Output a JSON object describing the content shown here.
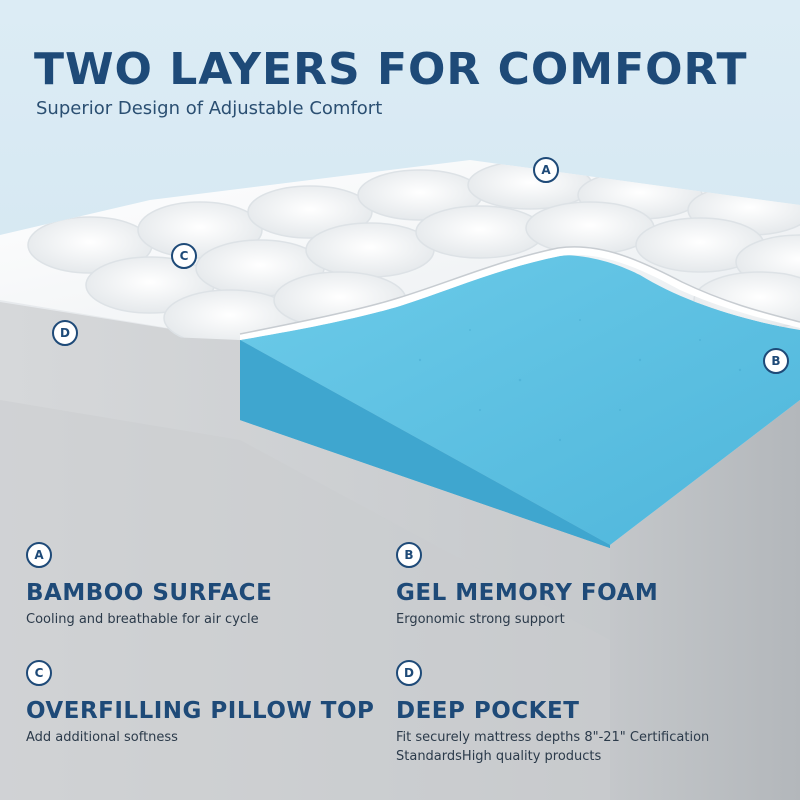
{
  "header": {
    "title": "TWO LAYERS FOR COMFORT",
    "subtitle": "Superior Design of Adjustable Comfort"
  },
  "image_markers": {
    "a": "A",
    "b": "B",
    "c": "C",
    "d": "D"
  },
  "features": [
    {
      "marker": "A",
      "title": "BAMBOO SURFACE",
      "description": "Cooling and breathable for air cycle"
    },
    {
      "marker": "B",
      "title": "GEL MEMORY FOAM",
      "description": "Ergonomic strong support"
    },
    {
      "marker": "C",
      "title": "OVERFILLING PILLOW TOP",
      "description": "Add additional softness"
    },
    {
      "marker": "D",
      "title": "DEEP POCKET",
      "description": "Fit securely mattress depths 8\"-21\" Certification StandardsHigh quality products"
    }
  ],
  "colors": {
    "accent": "#1e4a78",
    "foam": "#57bedf",
    "quilt": "#f4f6f8",
    "base": "#bfc3c7"
  }
}
